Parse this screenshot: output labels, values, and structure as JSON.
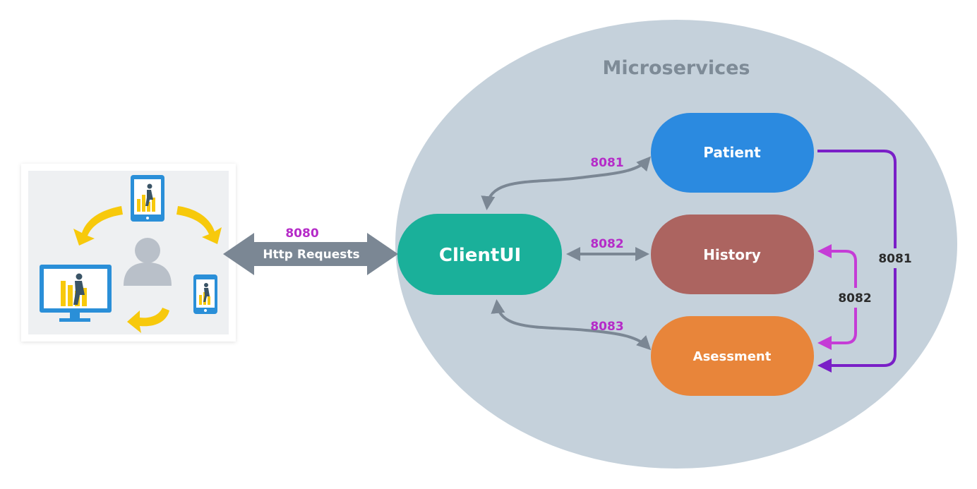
{
  "cluster": {
    "title": "Microservices"
  },
  "client": {
    "port": "8080",
    "link_label": "Http Requests"
  },
  "services": {
    "clientui": {
      "label": "ClientUI",
      "color": "#1ab09a"
    },
    "patient": {
      "label": "Patient",
      "color": "#2b8ae0"
    },
    "history": {
      "label": "History",
      "color": "#ac6460"
    },
    "assessment": {
      "label": "Asessment",
      "color": "#e8853a"
    }
  },
  "links": {
    "clientui_patient": "8081",
    "clientui_history": "8082",
    "clientui_assessment": "8083",
    "history_assessment": "8082",
    "patient_assessment": "8081"
  },
  "colors": {
    "ellipse": "#c5d1db",
    "ellipse_title": "#7e8b97",
    "gray_arrow": "#7b8794",
    "port_label": "#b52bc8",
    "dark_port_label": "#2b2b2b",
    "magenta_arrow": "#c53cd6",
    "purple_arrow": "#7a1fc7",
    "yellow": "#f7c90c"
  }
}
